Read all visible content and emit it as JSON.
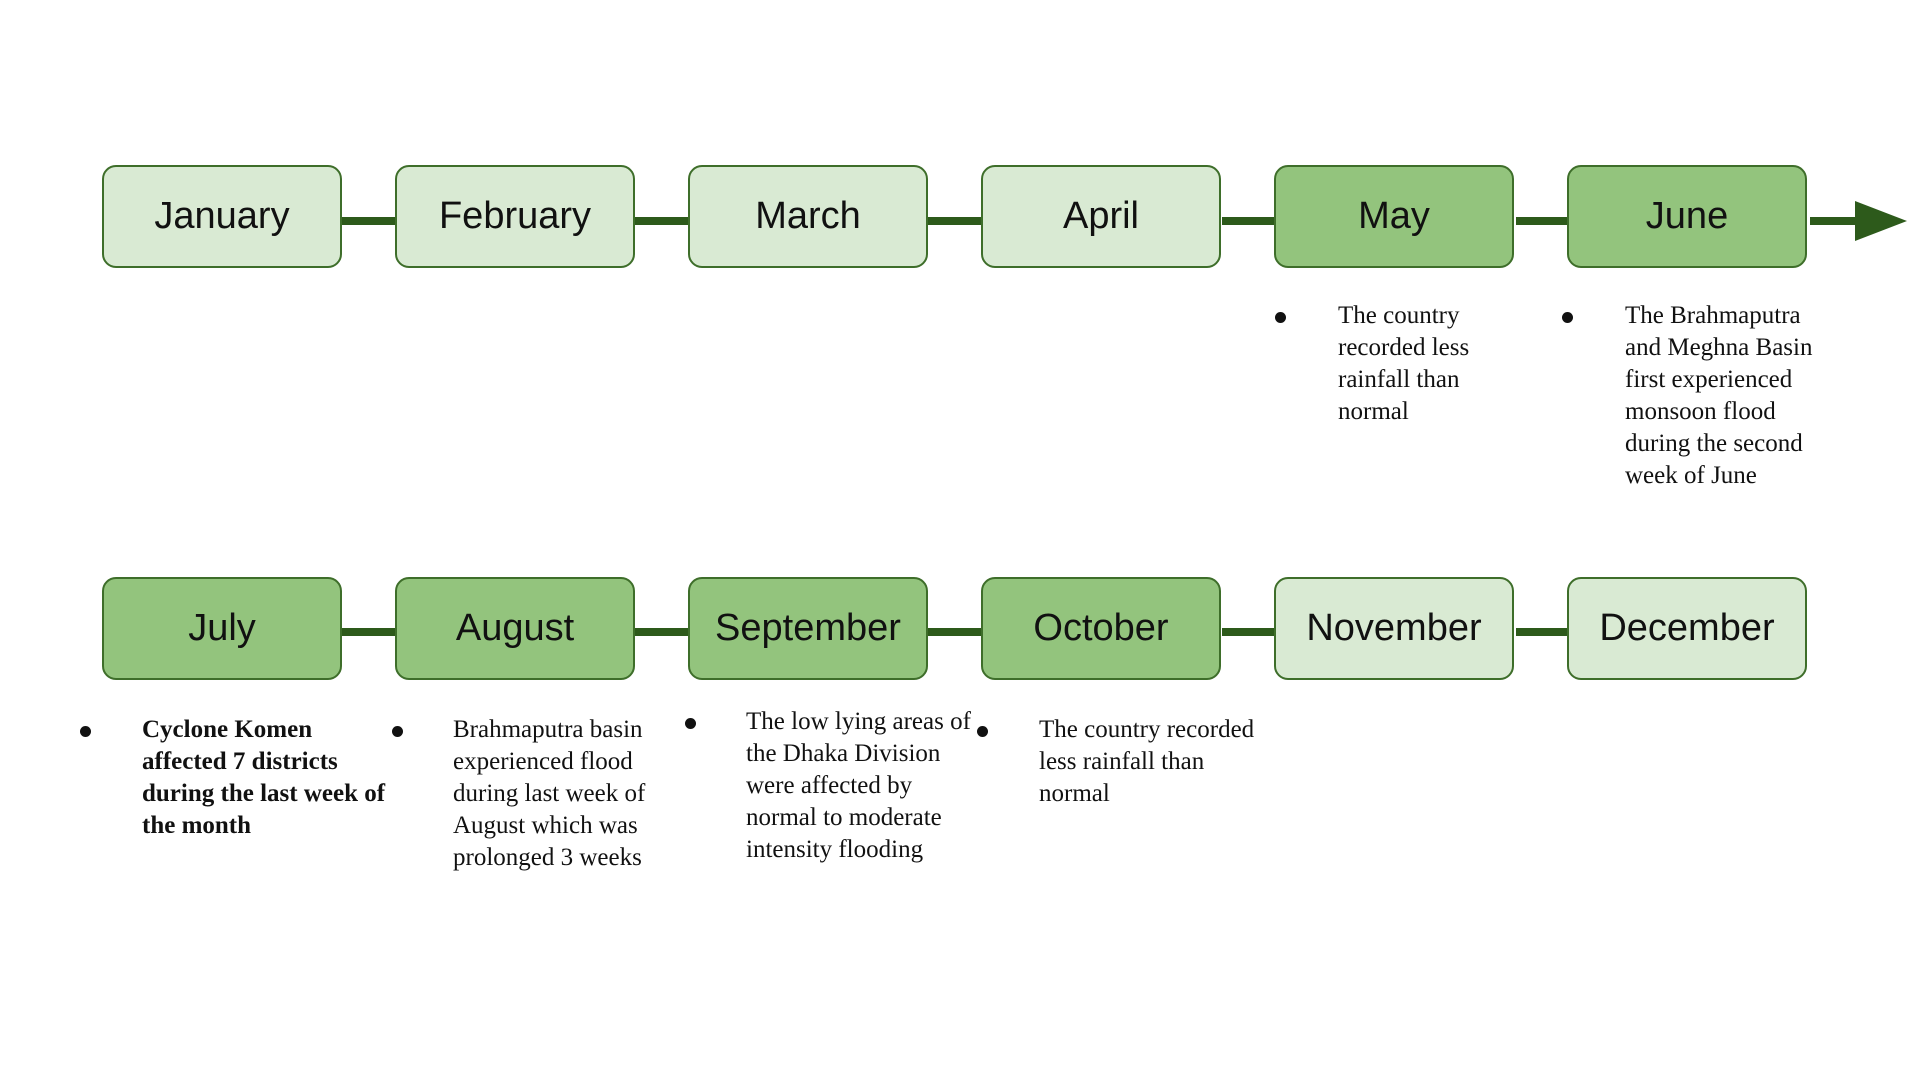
{
  "colors": {
    "light_fill": "#d9ead3",
    "dark_fill": "#93c47d",
    "line": "#2d5a1b"
  },
  "months": {
    "january": "January",
    "february": "February",
    "march": "March",
    "april": "April",
    "may": "May",
    "june": "June",
    "july": "July",
    "august": "August",
    "september": "September",
    "october": "October",
    "november": "November",
    "december": "December"
  },
  "notes": {
    "may": "The country recorded less rainfall than normal",
    "june": "The Brahmaputra and Meghna Basin first experienced monsoon flood during the second week of June",
    "july": "Cyclone Komen affected 7 districts during the last week of the month",
    "august": "Brahmaputra basin experienced flood during last week of August which was prolonged 3 weeks",
    "september": "The low lying areas of  the Dhaka Division were affected by normal to moderate intensity flooding",
    "october": "The country recorded less rainfall than normal"
  }
}
